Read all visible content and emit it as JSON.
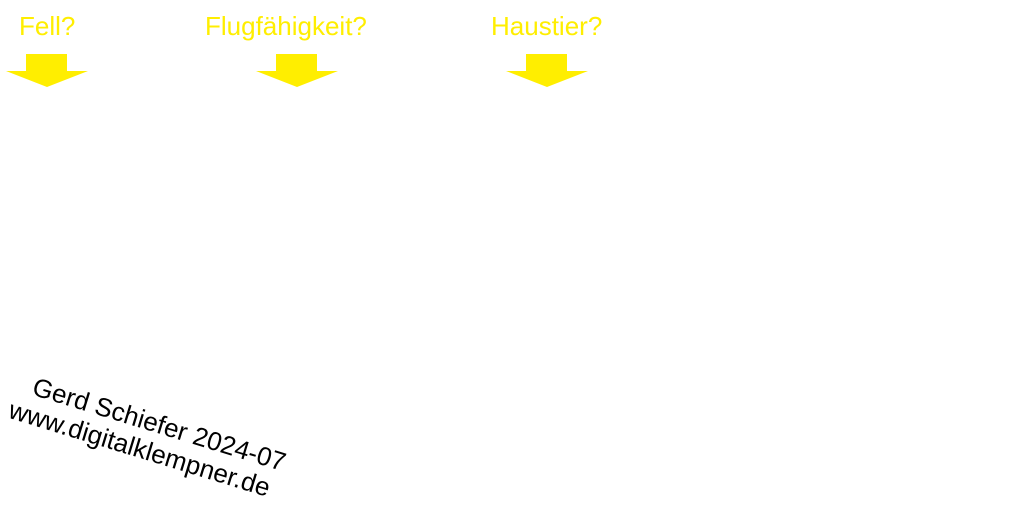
{
  "questions": [
    {
      "label": "Fell?"
    },
    {
      "label": "Flugfähigkeit?"
    },
    {
      "label": "Haustier?"
    }
  ],
  "arrow_color": "#ffee00",
  "credit": {
    "author": "Gerd Schiefer 2024-07",
    "website": "www.digitalklempner.de"
  }
}
